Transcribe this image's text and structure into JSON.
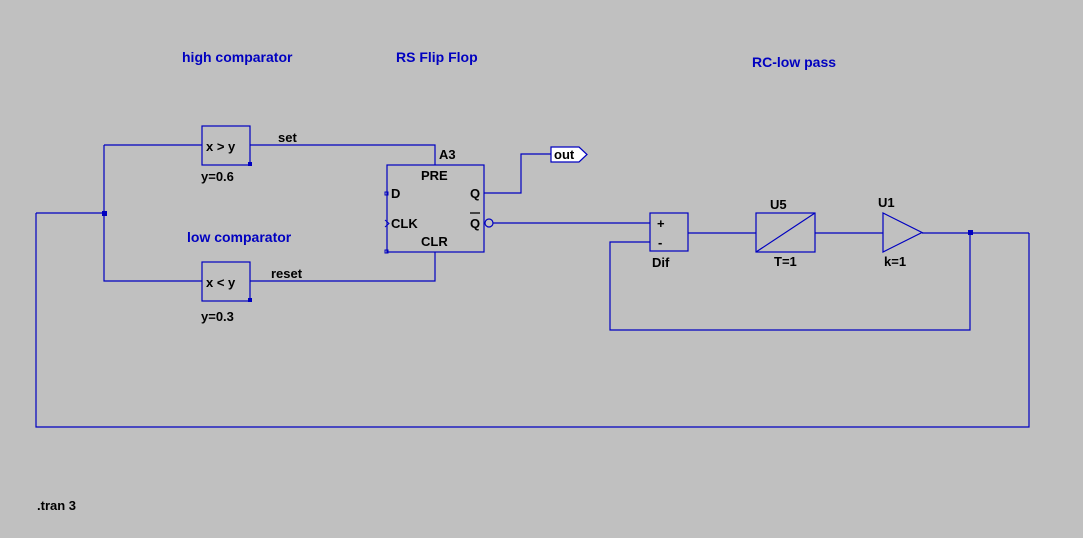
{
  "annotations": {
    "high_comparator": "high comparator",
    "rs_flip_flop": "RS Flip Flop",
    "rc_low_pass": "RC-low pass",
    "low_comparator": "low comparator",
    "tran_directive": ".tran 3"
  },
  "high_comparator": {
    "expr": "x > y",
    "param": "y=0.6"
  },
  "low_comparator": {
    "expr": "x < y",
    "param": "y=0.3"
  },
  "nets": {
    "set": "set",
    "reset": "reset"
  },
  "flipflop": {
    "name": "A3",
    "pins": {
      "pre": "PRE",
      "d": "D",
      "q": "Q",
      "clk": "CLK",
      "qbar": "Q",
      "clr": "CLR"
    }
  },
  "output_label": "out",
  "diff": {
    "plus": "+",
    "minus": "-",
    "name": "Dif"
  },
  "integrator": {
    "name": "U5",
    "param": "T=1"
  },
  "gain": {
    "name": "U1",
    "param": "k=1"
  },
  "colors": {
    "wire": "#0000c0",
    "background": "#c0c0c0"
  }
}
